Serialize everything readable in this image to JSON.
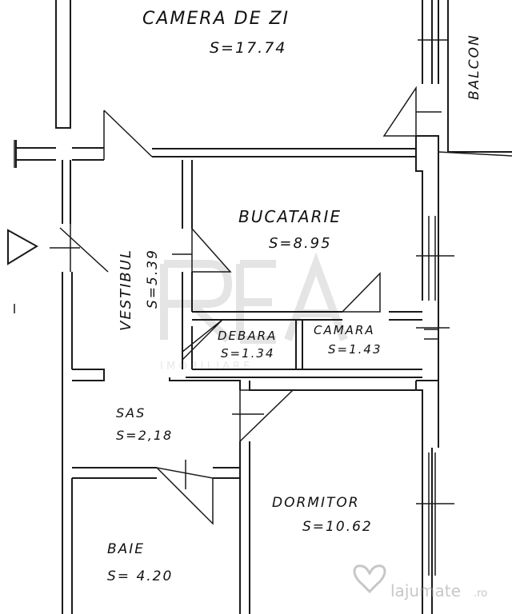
{
  "rooms": {
    "camera_de_zi": {
      "name": "CAMERA DE ZI",
      "area": "S=17.74"
    },
    "balcon": {
      "name": "BALCON"
    },
    "bucatarie": {
      "name": "BUCATARIE",
      "area": "S=8.95"
    },
    "vestibul": {
      "name": "VESTIBUL",
      "area": "S=5.39"
    },
    "debara": {
      "name": "DEBARA",
      "area": "S=1.34"
    },
    "camara": {
      "name": "CAMARA",
      "area": "S=1.43"
    },
    "sas": {
      "name": "SAS",
      "area": "S=2,18"
    },
    "dormitor": {
      "name": "DORMITOR",
      "area": "S=10.62"
    },
    "baie": {
      "name": "BAIE",
      "area": "S= 4.20"
    }
  },
  "watermarks": {
    "agency_sub": "I M O B I L I A R E",
    "site_name": "lajumate",
    "site_suffix": ".ro"
  },
  "colors": {
    "line": "#1a1a1a",
    "watermark": "#9a9a9a"
  }
}
